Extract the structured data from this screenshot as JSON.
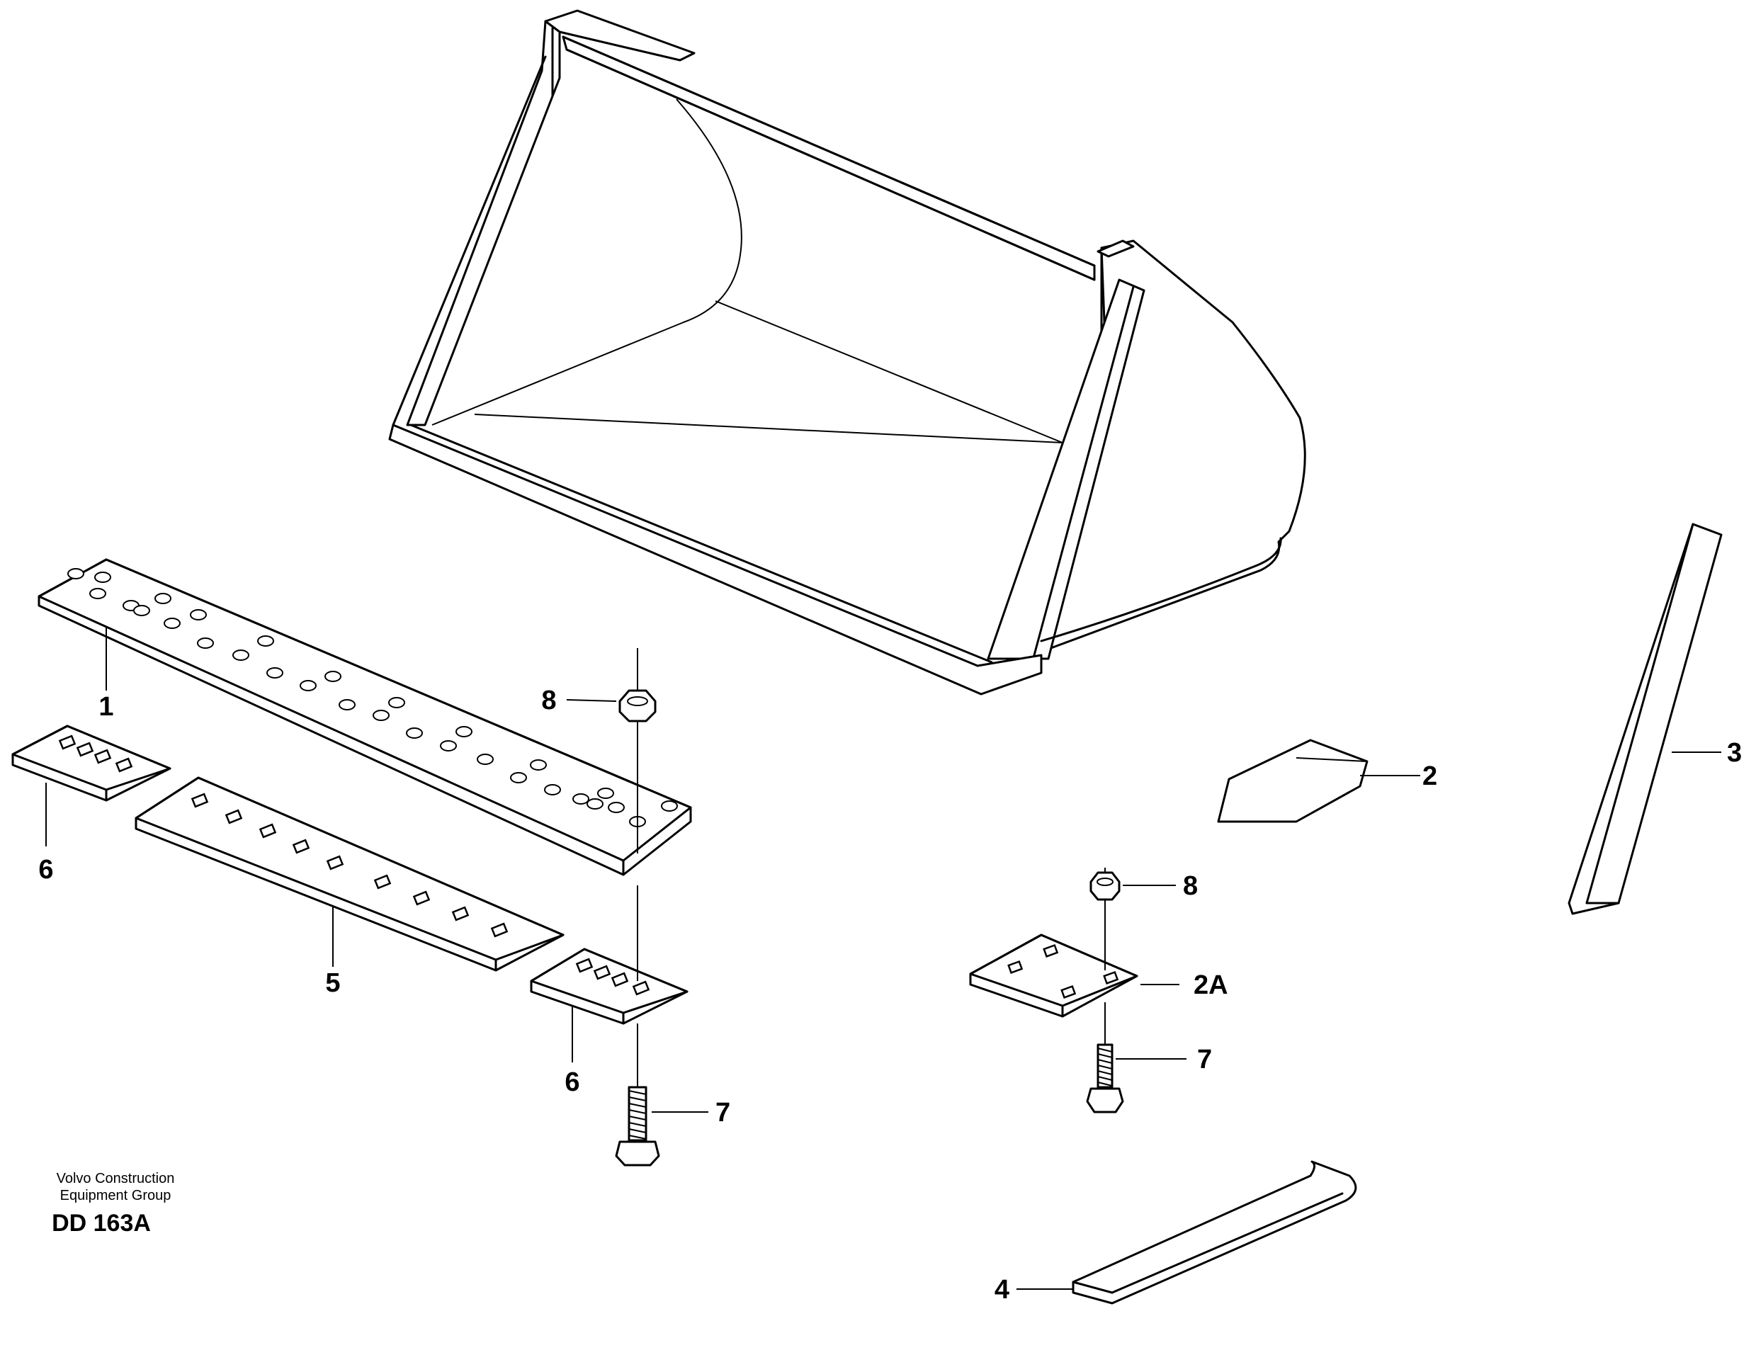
{
  "callouts": {
    "c1": "1",
    "c2": "2",
    "c2a": "2A",
    "c3": "3",
    "c4": "4",
    "c5": "5",
    "c6_left": "6",
    "c6_mid": "6",
    "c7_left": "7",
    "c7_right": "7",
    "c8_left": "8",
    "c8_right": "8"
  },
  "footer": {
    "company_line1": "Volvo Construction",
    "company_line2": "Equipment Group",
    "drawing_code": "DD 163A"
  }
}
